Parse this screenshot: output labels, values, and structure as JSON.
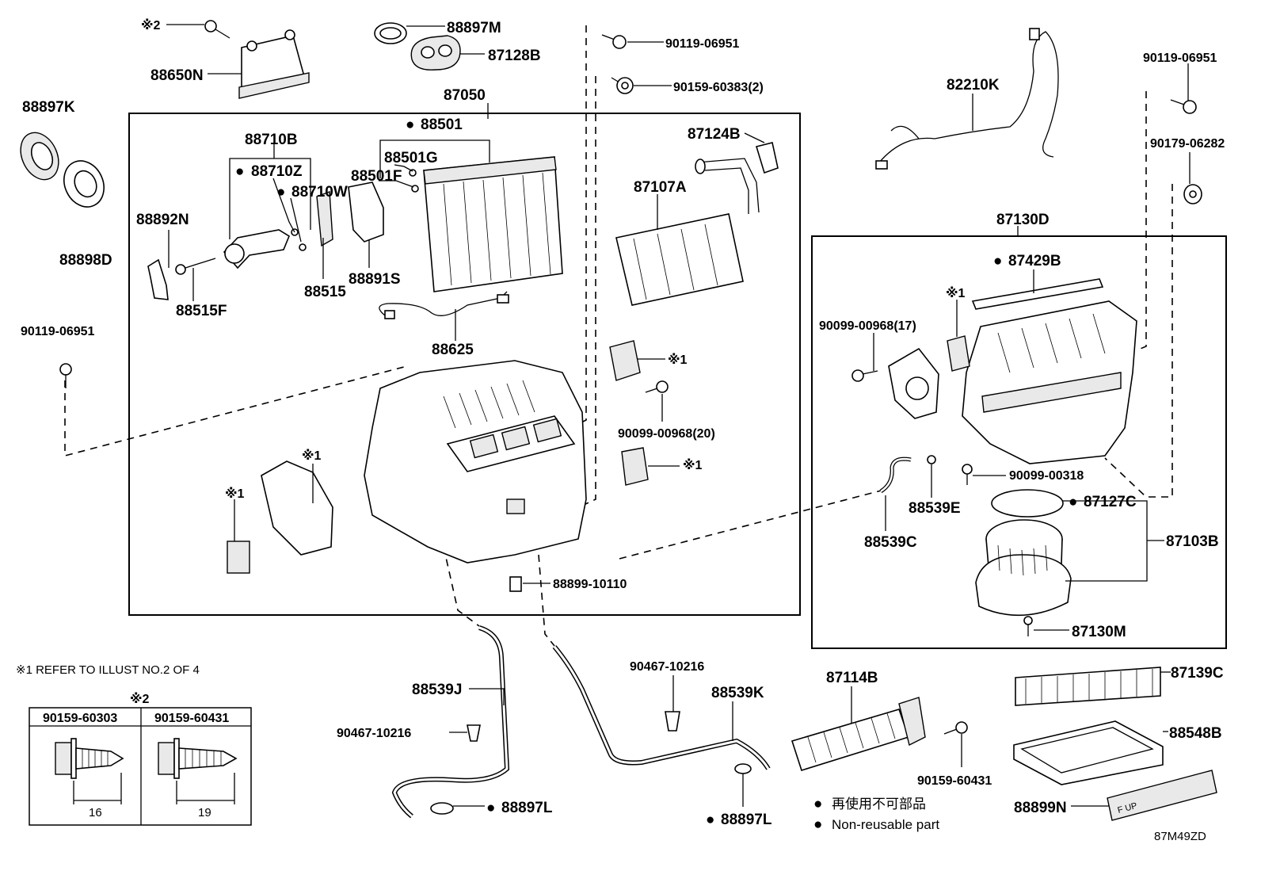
{
  "diagram_id": "87M49ZD",
  "footnote": "※1 REFER TO ILLUST NO.2 OF 4",
  "legend": {
    "dot": "●",
    "text_jp": "再使用不可部品",
    "text_en": "Non-reusable part"
  },
  "marks": {
    "ref1": "※1",
    "ref2": "※2",
    "dot": "●"
  },
  "screw_table": {
    "mark": "※2",
    "columns": [
      {
        "part": "90159-60303",
        "length": "16"
      },
      {
        "part": "90159-60431",
        "length": "19"
      }
    ]
  },
  "labels": {
    "p88650N": "88650N",
    "p88897M": "88897M",
    "p87128B": "87128B",
    "p90119_06951_top": "90119-06951",
    "p90159_60383": "90159-60383(2)",
    "p88897K": "88897K",
    "p88898D": "88898D",
    "p87050": "87050",
    "p88501": "88501",
    "p88710B": "88710B",
    "p88501G": "88501G",
    "p88710Z": "88710Z",
    "p88501F": "88501F",
    "p88710W": "88710W",
    "p88892N": "88892N",
    "p88515": "88515",
    "p88891S": "88891S",
    "p88515F": "88515F",
    "p88625": "88625",
    "p87124B": "87124B",
    "p87107A": "87107A",
    "p90119_06951_left": "90119-06951",
    "p90099_00968_20": "90099-00968(20)",
    "p88899_10110": "88899-10110",
    "p82210K": "82210K",
    "p90119_06951_right": "90119-06951",
    "p90179_06282": "90179-06282",
    "p87130D": "87130D",
    "p87429B": "87429B",
    "p90099_00968_17": "90099-00968(17)",
    "p90099_00318": "90099-00318",
    "p88539E": "88539E",
    "p87127C": "87127C",
    "p88539C": "88539C",
    "p87103B": "87103B",
    "p87130M": "87130M",
    "p88539J": "88539J",
    "p90467_10216_left": "90467-10216",
    "p88897L_left": "88897L",
    "p90467_10216_mid": "90467-10216",
    "p88539K": "88539K",
    "p88897L_right": "88897L",
    "p87114B": "87114B",
    "p90159_60431": "90159-60431",
    "p87139C": "87139C",
    "p88548B": "88548B",
    "p88899N": "88899N",
    "stamp_fup": "F UP"
  }
}
